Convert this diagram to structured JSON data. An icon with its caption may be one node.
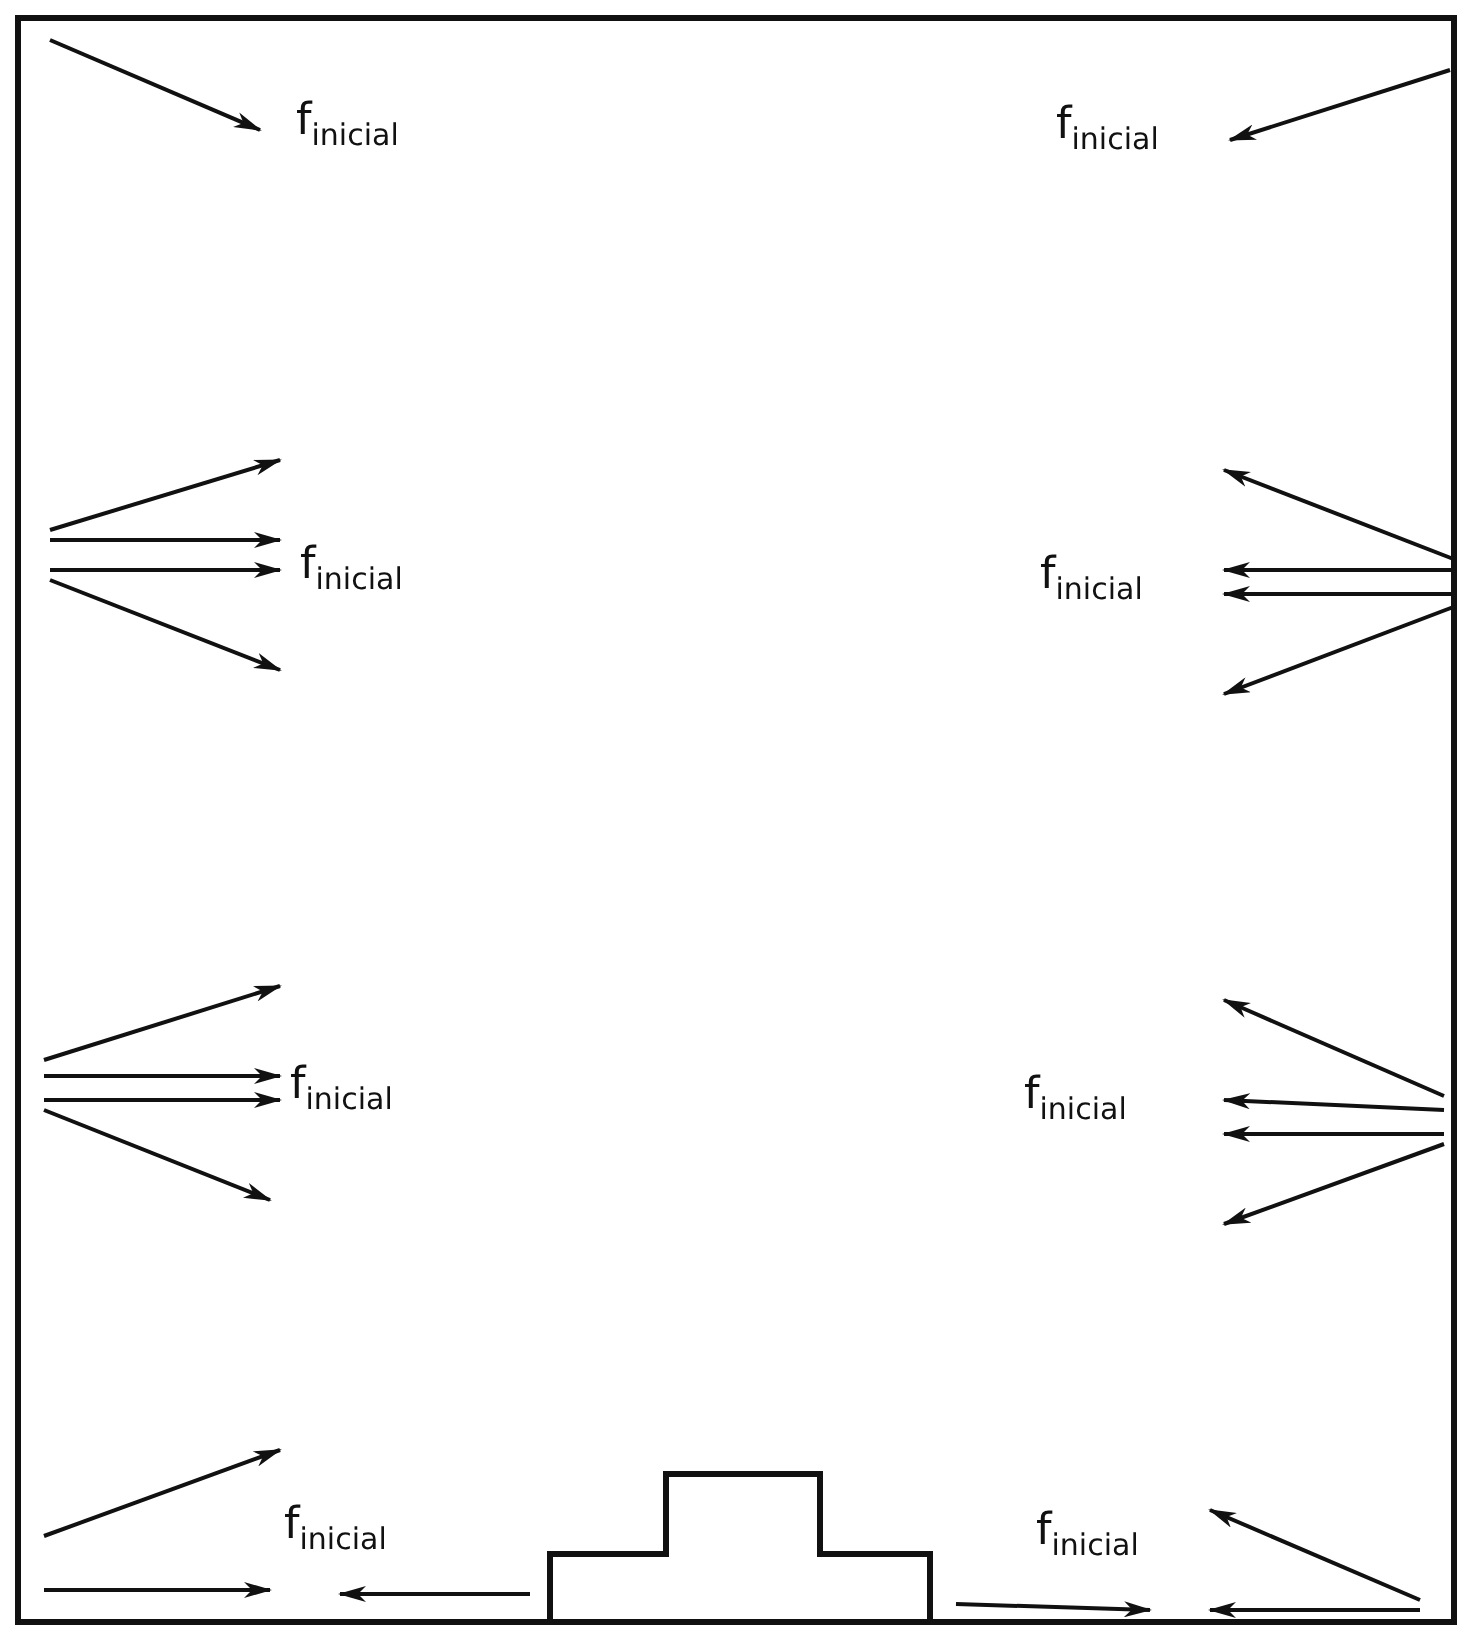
{
  "diagram": {
    "labels": [
      "f$_{inicial}$",
      "f$_{inicial}$",
      "f$_{inicial}$",
      "f$_{inicial}$",
      "f$_{inicial}$",
      "f$_{inicial}$",
      "f$_{inicial}$",
      "f$_{inicial}$"
    ]
  }
}
